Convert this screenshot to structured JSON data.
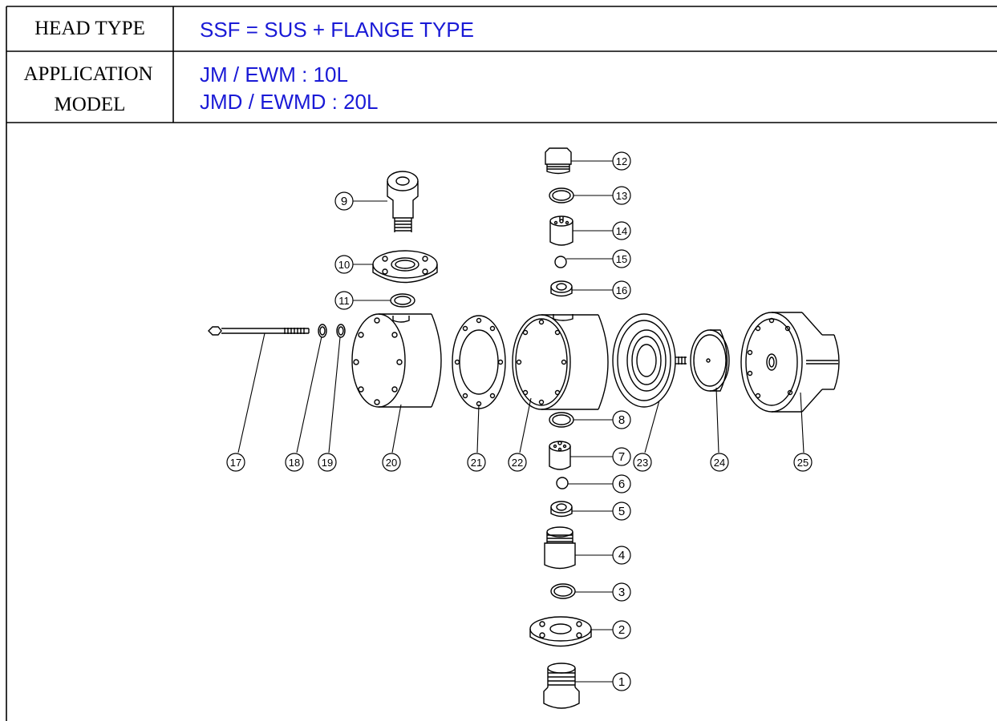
{
  "header": {
    "head_type_label": "HEAD TYPE",
    "head_type_value": "SSF = SUS + FLANGE TYPE",
    "application_label_line1": "APPLICATION",
    "application_label_line2": "MODEL",
    "application_value_line1": "JM / EWM : 10L",
    "application_value_line2": "JMD / EWMD : 20L"
  },
  "parts": [
    {
      "id": 1,
      "label": "1"
    },
    {
      "id": 2,
      "label": "2"
    },
    {
      "id": 3,
      "label": "3"
    },
    {
      "id": 4,
      "label": "4"
    },
    {
      "id": 5,
      "label": "5"
    },
    {
      "id": 6,
      "label": "6"
    },
    {
      "id": 7,
      "label": "7"
    },
    {
      "id": 8,
      "label": "8"
    },
    {
      "id": 9,
      "label": "9"
    },
    {
      "id": 10,
      "label": "10"
    },
    {
      "id": 11,
      "label": "11"
    },
    {
      "id": 12,
      "label": "12"
    },
    {
      "id": 13,
      "label": "13"
    },
    {
      "id": 14,
      "label": "14"
    },
    {
      "id": 15,
      "label": "15"
    },
    {
      "id": 16,
      "label": "16"
    },
    {
      "id": 17,
      "label": "17"
    },
    {
      "id": 18,
      "label": "18"
    },
    {
      "id": 19,
      "label": "19"
    },
    {
      "id": 20,
      "label": "20"
    },
    {
      "id": 21,
      "label": "21"
    },
    {
      "id": 22,
      "label": "22"
    },
    {
      "id": 23,
      "label": "23"
    },
    {
      "id": 24,
      "label": "24"
    },
    {
      "id": 25,
      "label": "25"
    }
  ],
  "colors": {
    "value_text": "#1a1ad6",
    "line": "#000000"
  }
}
